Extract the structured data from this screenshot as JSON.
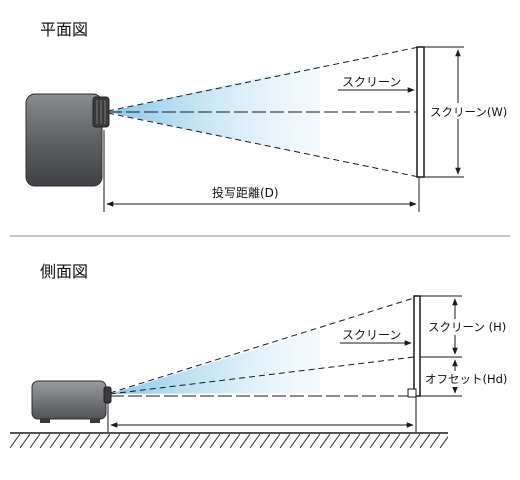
{
  "top": {
    "title": "平面図",
    "screen_arrow_label": "スクリーン",
    "screen_width_label": "スクリーン(W)",
    "distance_label": "投写距離(D)"
  },
  "bottom": {
    "title": "側面図",
    "screen_arrow_label": "スクリーン",
    "screen_height_label": "スクリーン (H)",
    "offset_label": "オフセット(Hd)"
  },
  "colors": {
    "line": "#1a1a1a",
    "beam": "#9fd3ee",
    "projector_body": "#6d6f73",
    "projector_lens": "#3a3b3d",
    "divider": "#8c8c8c"
  }
}
